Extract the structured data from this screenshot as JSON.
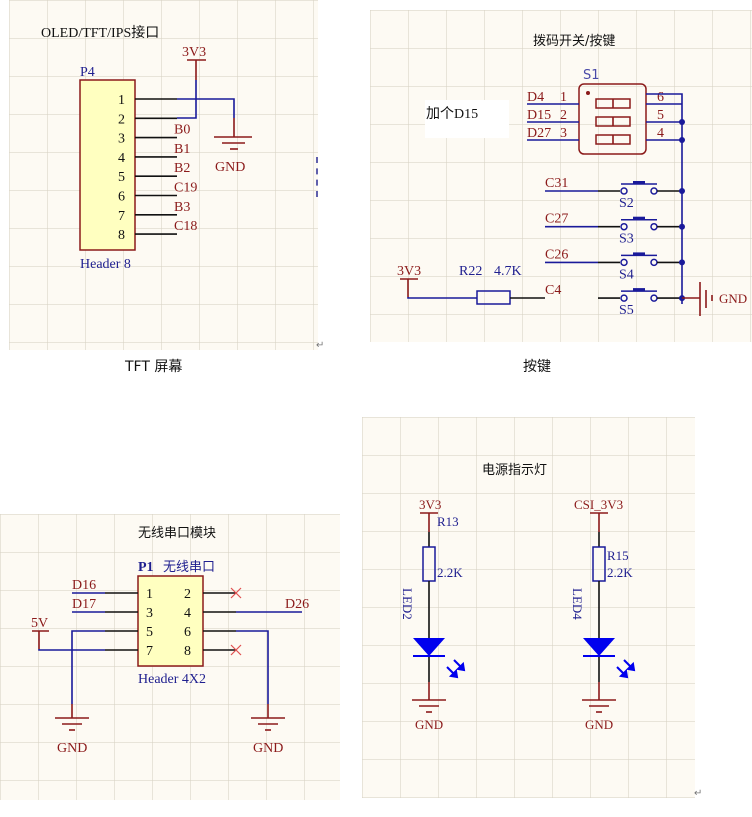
{
  "panels": {
    "tft": {
      "title": "OLED/TFT/IPS接口",
      "designator": "P4",
      "part_name": "Header 8",
      "pins": [
        "1",
        "2",
        "3",
        "4",
        "5",
        "6",
        "7",
        "8"
      ],
      "nets": [
        "B0",
        "B1",
        "B2",
        "C19",
        "B3",
        "C18"
      ],
      "power": "3V3",
      "ground": "GND",
      "caption": "TFT 屏幕"
    },
    "buttons": {
      "title": "拨码开关/按键",
      "annotation": "加个D15",
      "dip": {
        "designator": "S1",
        "left_nets": [
          "D4",
          "D15",
          "D27"
        ],
        "left_pins": [
          "1",
          "2",
          "3"
        ],
        "right_pins": [
          "6",
          "5",
          "4"
        ]
      },
      "switches": [
        {
          "net": "C31",
          "designator": "S2"
        },
        {
          "net": "C27",
          "designator": "S3"
        },
        {
          "net": "C26",
          "designator": "S4"
        },
        {
          "net": "C4",
          "designator": "S5"
        }
      ],
      "resistor": {
        "designator": "R22",
        "value": "4.7K"
      },
      "power": "3V3",
      "ground": "GND",
      "caption": "按键"
    },
    "wireless": {
      "title": "无线串口模块",
      "designator": "P1",
      "comment": "无线串口",
      "part_name": "Header 4X2",
      "left_pins": [
        "1",
        "3",
        "5",
        "7"
      ],
      "right_pins": [
        "2",
        "4",
        "6",
        "8"
      ],
      "nets": {
        "pin1": "D16",
        "pin3": "D17",
        "pin4": "D26"
      },
      "power": "5V",
      "ground": "GND"
    },
    "power_led": {
      "title": "电源指示灯",
      "left": {
        "power": "3V3",
        "resistor": "R13",
        "value": "2.2K",
        "led": "LED2",
        "ground": "GND"
      },
      "right": {
        "power": "CSI_3V3",
        "resistor": "R15",
        "value": "2.2K",
        "led": "LED4",
        "ground": "GND"
      }
    }
  },
  "paragraph_mark": "↵",
  "colors": {
    "wire": "#1a1a9a",
    "power_symbol": "#8b1a1a",
    "component_fill": "#ffffc0",
    "grid_bg": "#fdfaf3",
    "led": "#0000ee",
    "no_connect": "#e05050"
  }
}
